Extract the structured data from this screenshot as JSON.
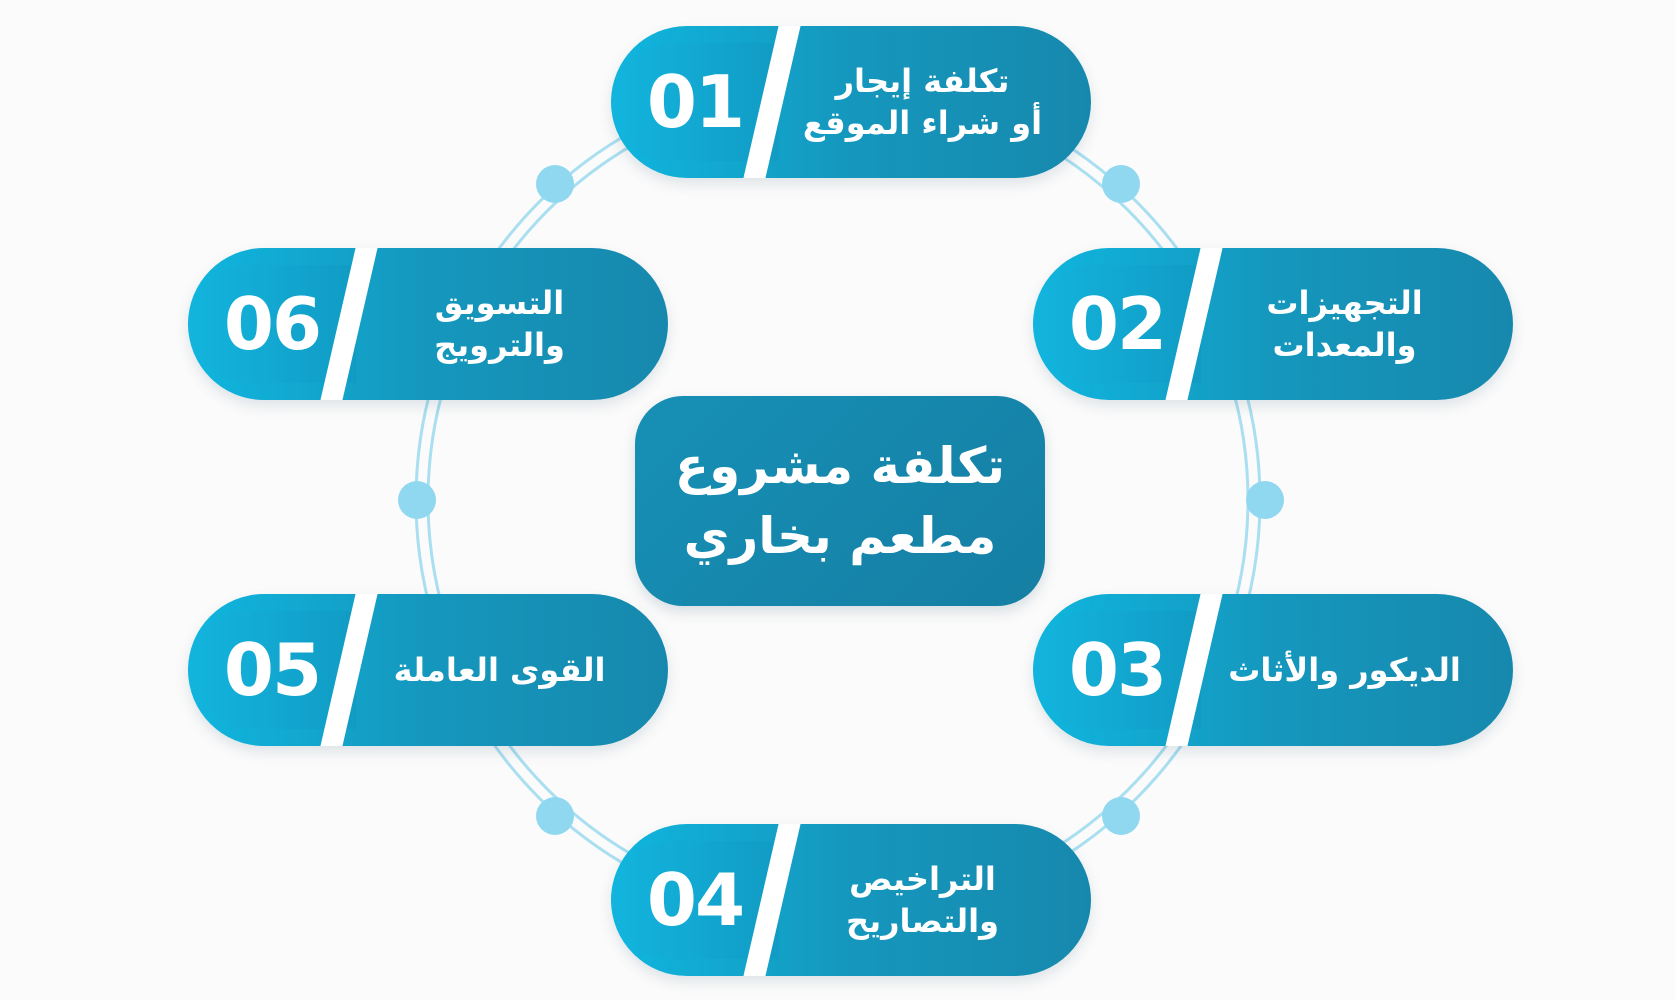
{
  "center_title": "تكلفة مشروع\nمطعم بخاري",
  "items": [
    {
      "number": "01",
      "label": "تكلفة إيجار\nأو شراء الموقع"
    },
    {
      "number": "02",
      "label": "التجهيزات\nوالمعدات"
    },
    {
      "number": "03",
      "label": "الديكور والأثاث"
    },
    {
      "number": "04",
      "label": "التراخيص\nوالتصاريح"
    },
    {
      "number": "05",
      "label": "القوى العاملة"
    },
    {
      "number": "06",
      "label": "التسويق والترويج"
    }
  ],
  "colors": {
    "pill_primary": "#1597bd",
    "pill_light": "#0fb6df",
    "center_box": "#157ea3",
    "ring_line": "#a9dff0",
    "ring_dot": "#8fd8f0",
    "background": "#fbfbfb"
  }
}
